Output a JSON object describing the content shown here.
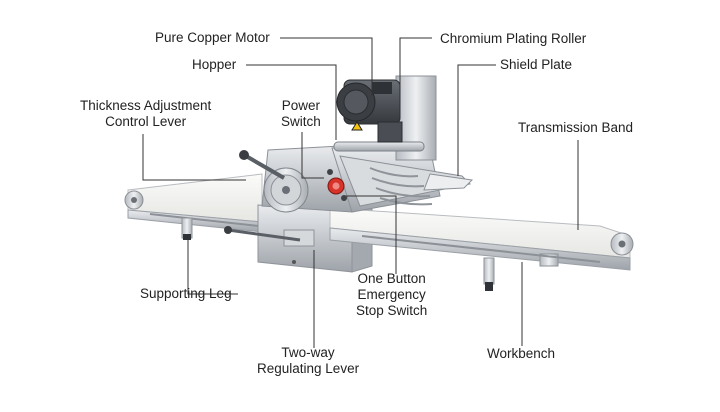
{
  "diagram": {
    "labels": {
      "pure_copper_motor": "Pure Copper Motor",
      "chromium_plating_roller": "Chromium Plating Roller",
      "hopper": "Hopper",
      "shield_plate": "Shield Plate",
      "thickness_line1": "Thickness Adjustment",
      "thickness_line2": "Control Lever",
      "power_line1": "Power",
      "power_line2": "Switch",
      "transmission_band": "Transmission Band",
      "supporting_leg": "Supporting Leg",
      "estop_line1": "One Button",
      "estop_line2": "Emergency",
      "estop_line3": "Stop Switch",
      "two_way_line1": "Two-way",
      "two_way_line2": "Regulating Lever",
      "workbench": "Workbench"
    },
    "colors": {
      "label_text": "#222222",
      "leader_line": "#333333",
      "stainless_steel": "#c9ccd0",
      "belt": "#f4f4f2",
      "motor": "#4a4e54",
      "emergency_button": "#d8332a"
    }
  }
}
